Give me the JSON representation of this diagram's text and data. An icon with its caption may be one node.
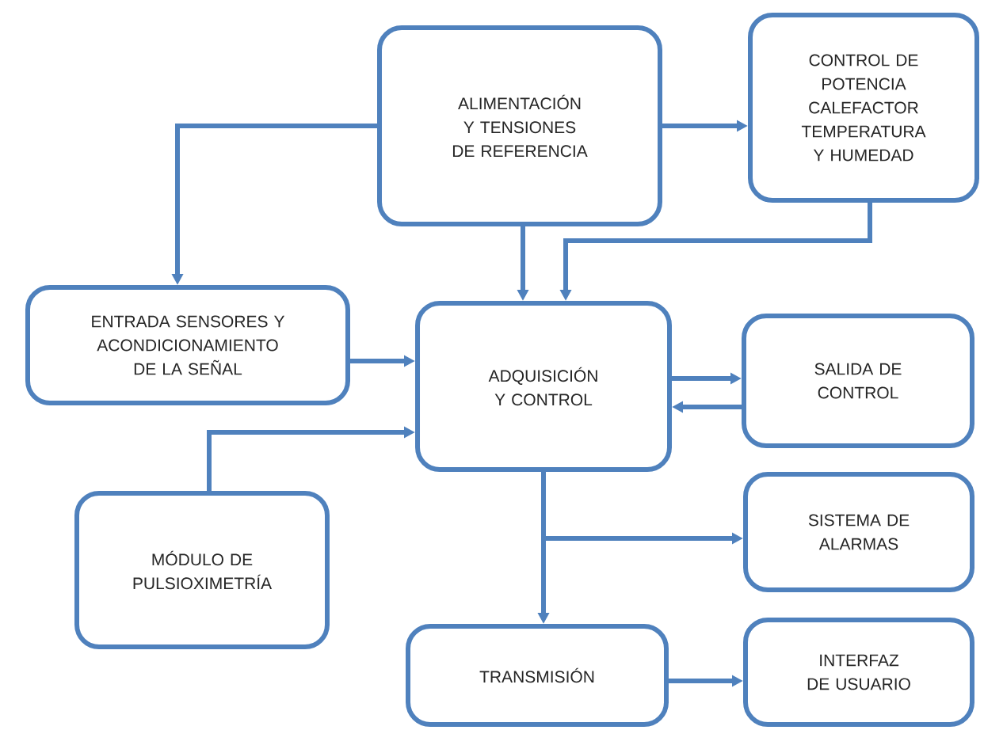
{
  "diagram": {
    "nodes": [
      {
        "text": [
          "ALIMENTACIÓN Y TENSIONES DE REFERENCIA"
        ]
      },
      {
        "text": [
          "CONTROL DE POTENCIA CALEFACTOR TEMPERATURA Y HUMEDAD"
        ]
      },
      {
        "text": [
          "ENTRADA SENSORES Y ACONDICIONAMIENTO DE LA SEÑAL"
        ]
      },
      {
        "text": [
          "ADQUISICIÓN Y CONTROL"
        ]
      },
      {
        "text": [
          "SALIDA DE CONTROL"
        ]
      },
      {
        "text": [
          "MÓDULO DE PULSIOXIMETRÍA"
        ]
      },
      {
        "text": [
          "SISTEMA DE ALARMAS"
        ]
      },
      {
        "text": [
          "TRANSMISIÓN"
        ]
      },
      {
        "text": [
          "INTERFAZ DE USUARIO"
        ]
      }
    ],
    "edges": [
      {
        "from": 0,
        "to": 1,
        "arrow": "to"
      },
      {
        "from": 0,
        "to": 2,
        "arrow": "to"
      },
      {
        "from": 0,
        "to": 3,
        "arrow": "to"
      },
      {
        "from": 1,
        "to": 3,
        "arrow": "to"
      },
      {
        "from": 2,
        "to": 3,
        "arrow": "to"
      },
      {
        "from": 5,
        "to": 3,
        "arrow": "to"
      },
      {
        "from": 3,
        "to": 4,
        "arrow": "to"
      },
      {
        "from": 4,
        "to": 3,
        "arrow": "to"
      },
      {
        "from": 3,
        "to": 6,
        "arrow": "to"
      },
      {
        "from": 3,
        "to": 7,
        "arrow": "to"
      },
      {
        "from": 7,
        "to": 8,
        "arrow": "to"
      }
    ]
  }
}
